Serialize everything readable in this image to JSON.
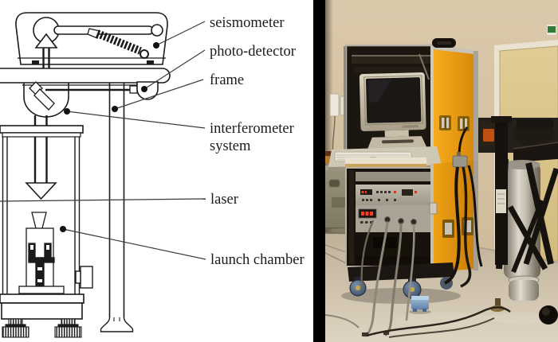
{
  "labels": {
    "seismometer": "seismometer",
    "photo_detector": "photo-detector",
    "frame": "frame",
    "interferometer": "interferometer",
    "interferometer_line2": "system",
    "laser": "laser",
    "launch_chamber": "launch chamber"
  },
  "colors": {
    "divider_black": "#000000",
    "diagram_bg": "#ffffff",
    "diagram_line": "#1b1b1b",
    "label_text": "#1c1c1c",
    "wall_beige": "#d8c6a7",
    "door_cream": "#ddc88f",
    "door_frame_white": "#e9e2d0",
    "floor_beige": "#c7b89f",
    "case_orange": "#eda117",
    "case_orange_shadow": "#c9820a",
    "aluminum_grey": "#b9b3a7",
    "case_interior_black": "#1c1611",
    "monitor_beige": "#d3cab6",
    "crt_screen_black": "#1a1715",
    "rack_panel_grey": "#aaa598",
    "led_display_red": "#ff3b20",
    "cable_grey": "#8d8779",
    "caster_blue_grey": "#51688a",
    "dewar_silver": "#bdb7aa",
    "tripod_black": "#16120e",
    "floor_box_blue": "#84a7cc",
    "exit_sign_green": "#2f7a36",
    "table_wood": "#b87a2e",
    "field_case_grey": "#8f8a75"
  }
}
